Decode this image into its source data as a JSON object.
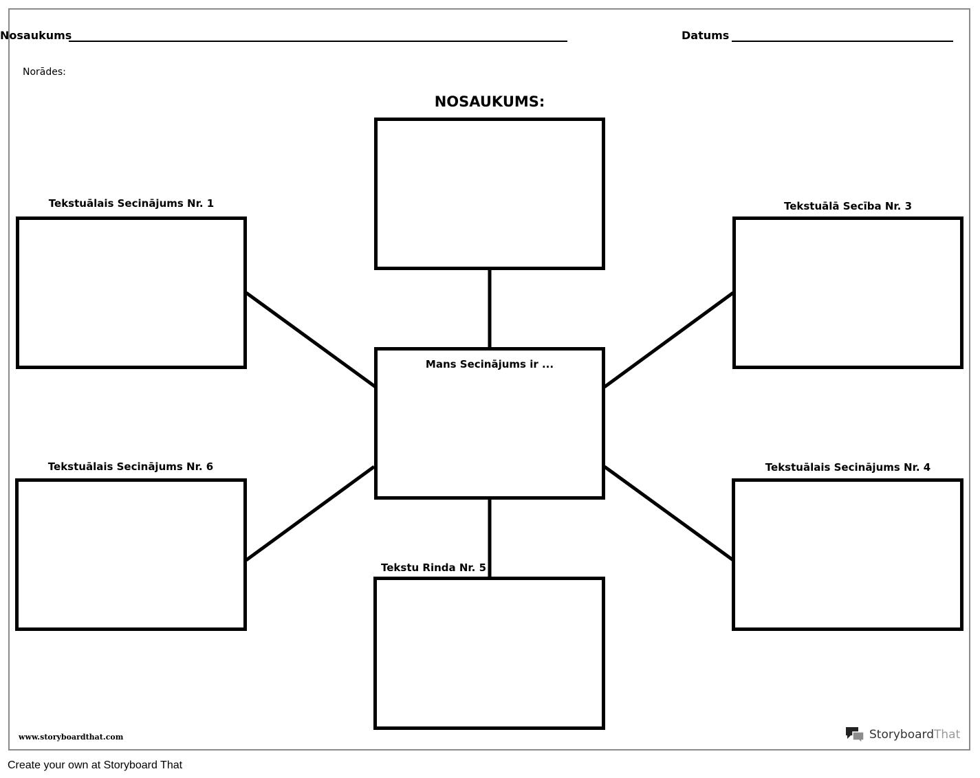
{
  "header": {
    "name_label": "Nosaukums",
    "date_label": "Datums"
  },
  "instructions_label": "Norādes:",
  "title": "NOSAUKUMS:",
  "boxes": {
    "center": "Mans Secinājums ir ...",
    "box1": "Tekstuālais Secinājums Nr. 1",
    "box3": "Tekstuālā Secība Nr. 3",
    "box4": "Tekstuālais Secinājums Nr. 4",
    "box5": "Tekstu Rinda Nr. 5",
    "box6": "Tekstuālais Secinājums Nr. 6"
  },
  "footer": {
    "url": "www.storyboardthat.com",
    "brand_primary": "Storyboard",
    "brand_secondary": "That",
    "brand_icon": "speech-bubbles-icon"
  },
  "caption": "Create your own at Storyboard That"
}
